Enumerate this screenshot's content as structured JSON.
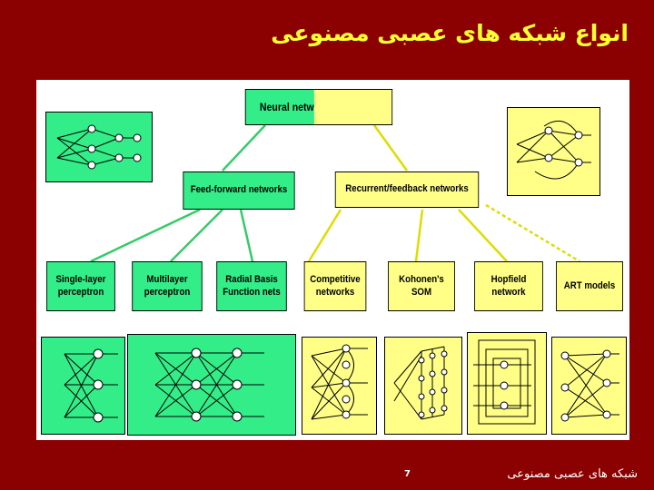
{
  "slide": {
    "title": "انواع شبکه های عصبی مصنوعی",
    "footer": "شبکه های عصبی مصنوعی",
    "page_number": "7"
  },
  "diagram": {
    "root": "Neural networks",
    "feed_forward": "Feed-forward networks",
    "recurrent": "Recurrent/feedback networks",
    "ff_children": [
      "Single-layer\nperceptron",
      "Multilayer\nperceptron",
      "Radial Basis\nFunction nets"
    ],
    "rec_children": [
      "Competitive\nnetworks",
      "Kohonen's\nSOM",
      "Hopfield\nnetwork",
      "ART models"
    ]
  },
  "colors": {
    "background": "#8b0000",
    "title": "#ffff33",
    "green": "#33ee88",
    "yellow": "#ffff88"
  }
}
